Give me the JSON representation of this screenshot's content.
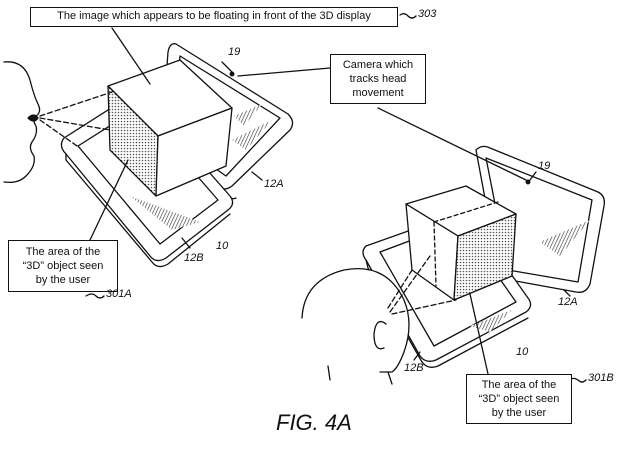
{
  "callouts": {
    "floating_image": "The image which appears to be floating in front of the 3D display",
    "camera": "Camera which\ntracks head\nmovement",
    "area_left": "The area of the\n“3D” object seen\nby the user",
    "area_right": "The area of the\n“3D” object seen\nby the user"
  },
  "references": {
    "r303": "303",
    "r19_left": "19",
    "r19_right": "19",
    "r12A_left": "12A",
    "r12A_right": "12A",
    "r12B_left": "12B",
    "r12B_right": "12B",
    "r10_left": "10",
    "r10_right": "10",
    "r301A": "301A",
    "r301B": "301B"
  },
  "figure_label": "FIG. 4A",
  "colors": {
    "line": "#111111",
    "background": "#ffffff",
    "dot_fill": "#9a9a9a"
  }
}
